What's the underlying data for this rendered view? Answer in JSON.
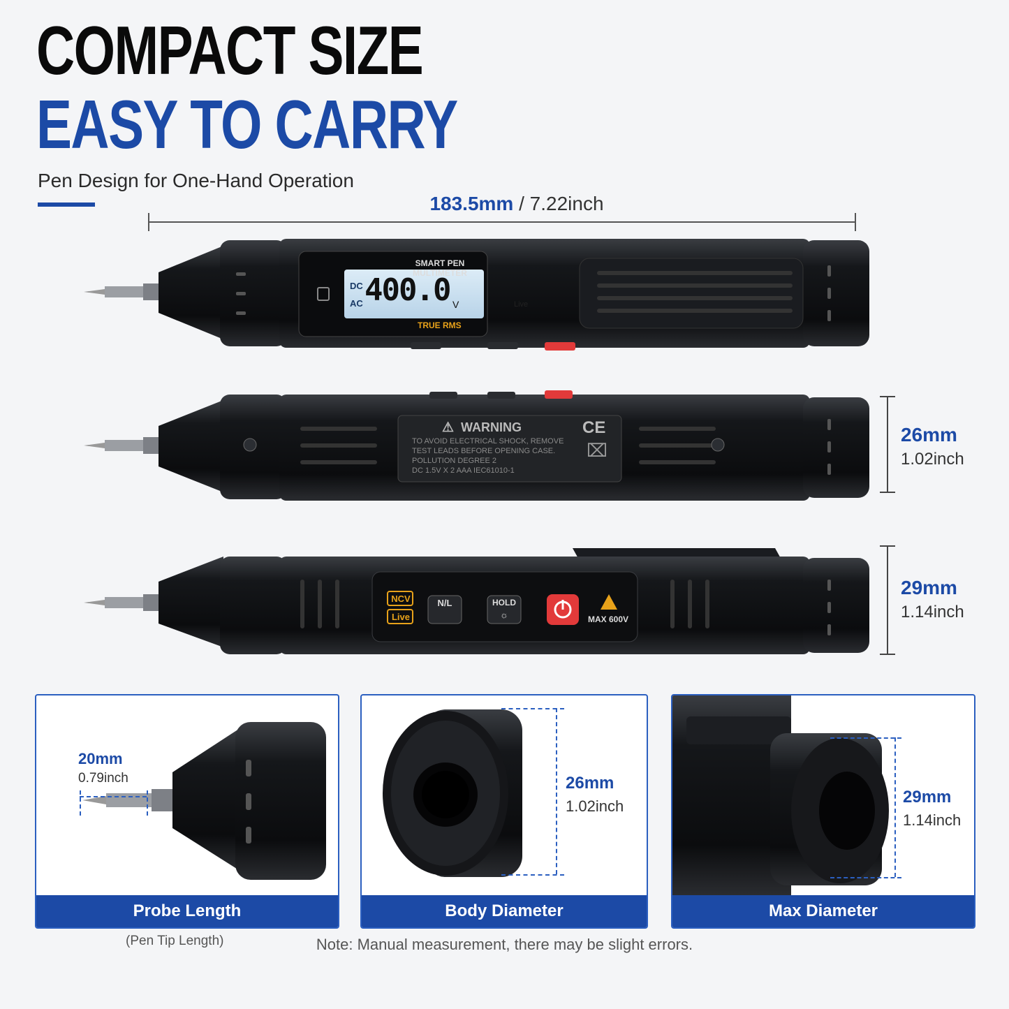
{
  "header": {
    "title_line1": "COMPACT SIZE",
    "title_line2": "EASY TO CARRY",
    "subtitle": "Pen Design for One-Hand Operation"
  },
  "length_dim": {
    "mm": "183.5mm",
    "sep": " / ",
    "inch": "7.22inch"
  },
  "pen_top": {
    "lcd_brand": "SMART PEN MULTIMETER",
    "lcd_dc": "DC",
    "lcd_ac": "AC",
    "lcd_reading": "400.0",
    "lcd_unit": "V",
    "lcd_icons": [
      "Live"
    ],
    "lcd_footer": "TRUE RMS"
  },
  "pen_mid": {
    "warning_title": "WARNING",
    "warning_line1": "TO AVOID ELECTRICAL SHOCK, REMOVE",
    "warning_line2": "TEST LEADS BEFORE OPENING CASE.",
    "warning_line3": "POLLUTION DEGREE 2",
    "warning_line4": "DC 1.5V X 2 AAA  IEC61010-1",
    "ce_mark": "CE",
    "dim_mm": "26mm",
    "dim_inch": "1.02inch"
  },
  "pen_bottom": {
    "btn_ncv": "NCV",
    "btn_live": "Live",
    "btn_nl": "N/L",
    "btn_hold": "HOLD",
    "max_label": "MAX 600V",
    "dim_mm": "29mm",
    "dim_inch": "1.14inch"
  },
  "panels": [
    {
      "footer": "Probe Length",
      "dim_mm": "20mm",
      "dim_inch": "0.79inch",
      "note": "(Pen Tip Length)"
    },
    {
      "footer": "Body Diameter",
      "dim_mm": "26mm",
      "dim_inch": "1.02inch"
    },
    {
      "footer": "Max Diameter",
      "dim_mm": "29mm",
      "dim_inch": "1.14inch"
    }
  ],
  "note": "Note: Manual measurement, there may be slight errors.",
  "colors": {
    "accent": "#1c4aa6",
    "red_button": "#e23a3a",
    "ncv_orange": "#e8a21a",
    "lcd_bg": "#cfe4f3"
  }
}
